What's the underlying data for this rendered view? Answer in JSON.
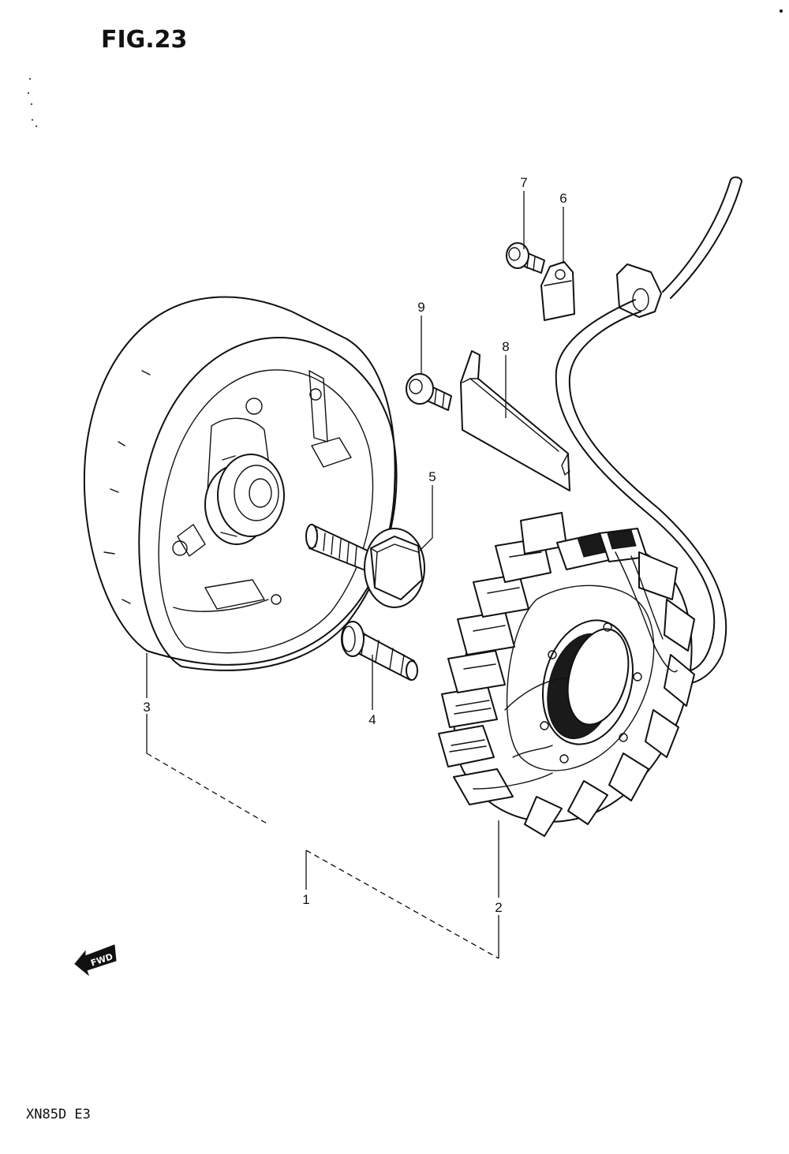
{
  "figure_title": "FIG.23",
  "model_code": "XN85D E3",
  "fwd_label": "FWD",
  "callouts": [
    {
      "id": "1",
      "label": "1"
    },
    {
      "id": "2",
      "label": "2"
    },
    {
      "id": "3",
      "label": "3"
    },
    {
      "id": "4",
      "label": "4"
    },
    {
      "id": "5",
      "label": "5"
    },
    {
      "id": "6",
      "label": "6"
    },
    {
      "id": "7",
      "label": "7"
    },
    {
      "id": "8",
      "label": "8"
    },
    {
      "id": "9",
      "label": "9"
    }
  ],
  "parts": [
    {
      "callout": "1",
      "icon": "generator-assembly-icon"
    },
    {
      "callout": "2",
      "icon": "stator-icon"
    },
    {
      "callout": "3",
      "icon": "rotor-flywheel-icon"
    },
    {
      "callout": "4",
      "icon": "stator-screw-icon"
    },
    {
      "callout": "5",
      "icon": "rotor-bolt-icon"
    },
    {
      "callout": "6",
      "icon": "lead-wire-clamp-icon"
    },
    {
      "callout": "7",
      "icon": "clamp-screw-icon"
    },
    {
      "callout": "8",
      "icon": "guide-plate-icon"
    },
    {
      "callout": "9",
      "icon": "plate-screw-icon"
    }
  ]
}
